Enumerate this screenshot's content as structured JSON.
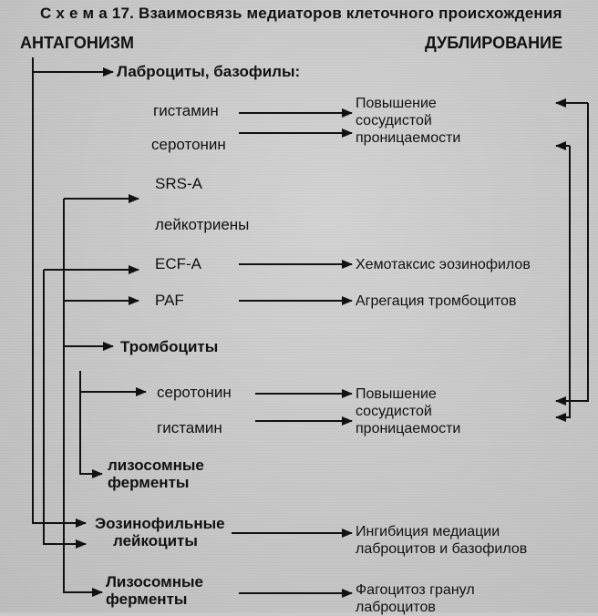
{
  "title": "С х е м а  17. Взаимосвязь медиаторов клеточного происхождения",
  "headers": {
    "left": "АНТАГОНИЗМ",
    "right": "ДУБЛИРОВАНИЕ"
  },
  "groups": {
    "mast_cells": "Лаброциты, базофилы:",
    "platelets": "Тромбоциты",
    "eosinophils_line1": "Эозинофильные",
    "eosinophils_line2": "лейкоциты",
    "lysosomal_bottom_line1": "Лизосомные",
    "lysosomal_bottom_line2": "ферменты"
  },
  "mediators": {
    "histamine_1": "гистамин",
    "serotonin_1": "серотонин",
    "srsa": "SRS-A",
    "leukotrienes": "лейкотриены",
    "ecfa": "ECF-A",
    "paf": "PAF",
    "serotonin_2": "серотонин",
    "histamine_2": "гистамин",
    "lysosomal_mid_line1": "лизосомные",
    "lysosomal_mid_line2": "ферменты"
  },
  "effects": {
    "vascular_perm_1": [
      "Повышение",
      "сосудистой",
      "проницаемости"
    ],
    "eos_chemotaxis": "Хемотаксис эозинофилов",
    "platelet_aggregation": "Агрегация тромбоцитов",
    "vascular_perm_2": [
      "Повышение",
      "сосудистой",
      "проницаемости"
    ],
    "inhibition": [
      "Ингибиция медиации",
      "лаброцитов и базофилов"
    ],
    "phagocytosis": [
      "Фагоцитоз гранул",
      "лаброцитов"
    ]
  }
}
